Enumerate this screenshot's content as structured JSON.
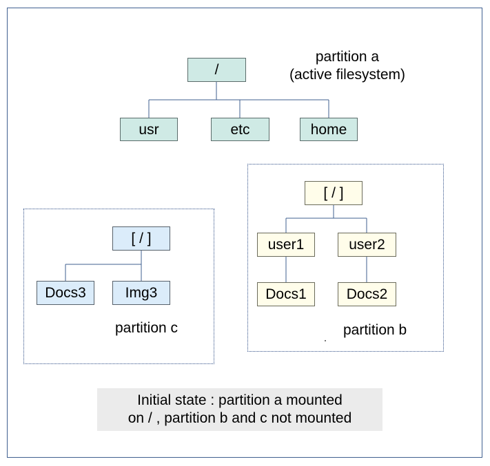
{
  "partition_a": {
    "label_line1": "partition a",
    "label_line2": "(active filesystem)",
    "root": "/",
    "children": [
      "usr",
      "etc",
      "home"
    ]
  },
  "partition_b": {
    "label": "partition b",
    "root": "[ / ]",
    "user1": "user1",
    "user2": "user2",
    "docs1": "Docs1",
    "docs2": "Docs2"
  },
  "partition_c": {
    "label": "partition c",
    "root": "[ / ]",
    "docs3": "Docs3",
    "img3": "Img3"
  },
  "caption": {
    "line1": "Initial state : partition a mounted",
    "line2": "on / , partition b and c not mounted"
  },
  "colors": {
    "partition_a_fill": "#cfeae5",
    "partition_b_fill": "#fffdea",
    "partition_c_fill": "#dbecfa",
    "partition_border": "#2e4d86",
    "caption_fill": "#ebebeb"
  }
}
